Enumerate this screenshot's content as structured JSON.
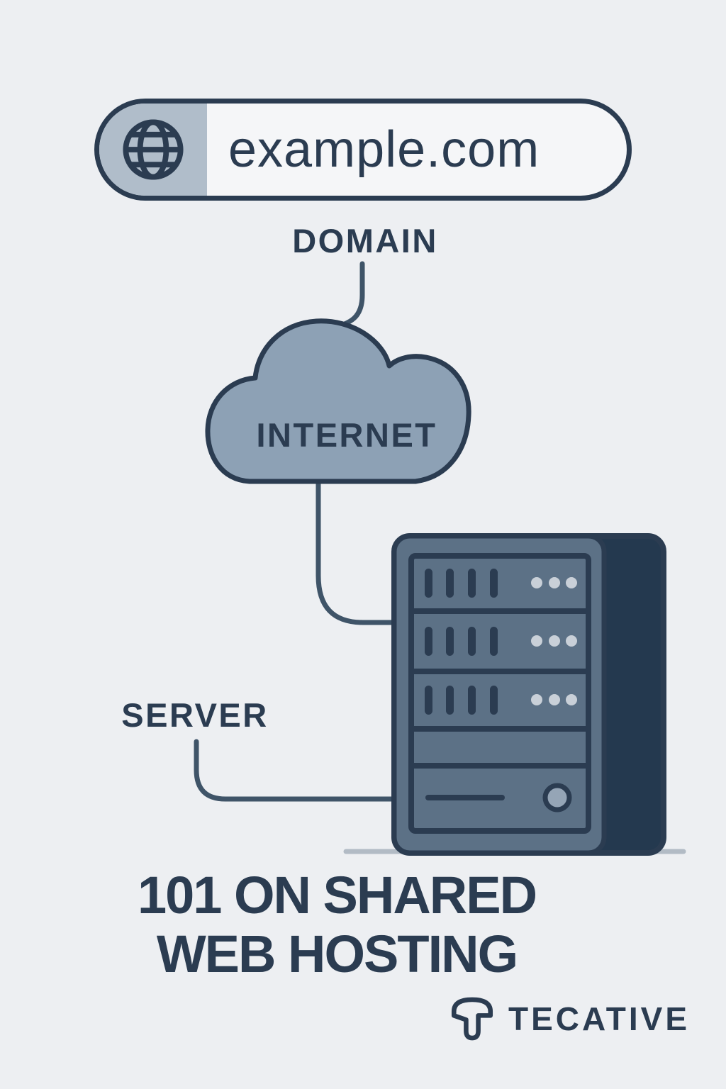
{
  "url_bar": {
    "value": "example.com",
    "icon": "globe-icon"
  },
  "labels": {
    "domain": "DOMAIN",
    "internet": "INTERNET",
    "server": "SERVER"
  },
  "title": {
    "line1": "101 ON SHARED",
    "line2": "WEB HOSTING"
  },
  "brand": {
    "name": "TECATIVE",
    "icon": "tecative-logo-icon"
  },
  "colors": {
    "bg": "#edeff2",
    "ink": "#2b3c51",
    "line": "#3f5468",
    "cloud": "#8da1b5",
    "pill": "#f5f6f8",
    "globe-bg": "#b0bdca",
    "server-front": "#5c7186",
    "server-side": "#24394f",
    "dots": "#c9d0d8",
    "power": "#95a5b6",
    "ground": "#b2bbc5"
  }
}
